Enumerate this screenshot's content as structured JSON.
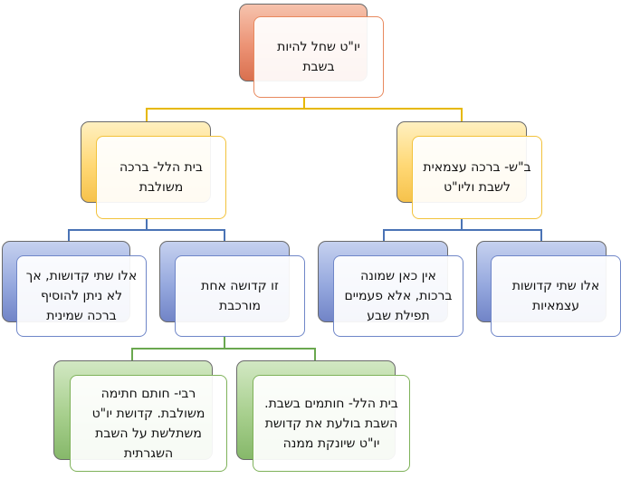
{
  "diagram": {
    "root": {
      "text": "יו\"ט שחל להיות בשבת"
    },
    "beit_shammai": {
      "text": "ב\"ש- ברכה עצמאית לשבת וליו\"ט"
    },
    "beit_hillel": {
      "text": "בית הלל- ברכה משולבת"
    },
    "bs_leaf_1": {
      "text": "אלו שתי קדושות עצמאיות"
    },
    "bs_leaf_2": {
      "text": "אין כאן שמונה ברכות, אלא פעמיים תפילת שבע"
    },
    "bh_leaf_1": {
      "text": "זו קדושה אחת מורכבת"
    },
    "bh_leaf_2": {
      "text": "אלו שתי קדושות, אך לא ניתן להוסיף ברכה שמינית"
    },
    "bh_sub_1": {
      "text": "בית הלל- חותמים בשבת. השבת בולעת את קדושת יו\"ט שיונקת ממנה"
    },
    "bh_sub_2": {
      "text": "רבי- חותם חתימה משולבת. קדושת יו\"ט משתלשת על השבת השגרתית"
    }
  },
  "colors": {
    "level1_connector": "#e6b800",
    "level2_connector": "#4a73b5",
    "level3_connector": "#6aa84f"
  }
}
